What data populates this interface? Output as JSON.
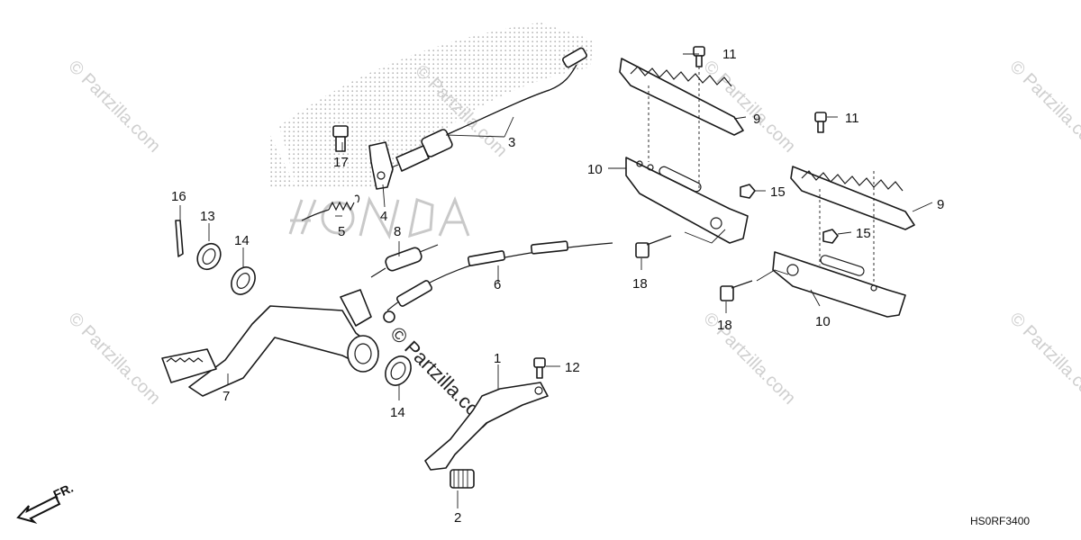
{
  "diagram_code": "HS0RF3400",
  "direction_label": "FR.",
  "watermark_text": "© Partzilla.com",
  "callouts": {
    "c1": "1",
    "c2": "2",
    "c3": "3",
    "c4": "4",
    "c5": "5",
    "c6": "6",
    "c7": "7",
    "c8": "8",
    "c9a": "9",
    "c9b": "9",
    "c10a": "10",
    "c10b": "10",
    "c11a": "11",
    "c11b": "11",
    "c12": "12",
    "c13": "13",
    "c14a": "14",
    "c14b": "14",
    "c15a": "15",
    "c15b": "15",
    "c16": "16",
    "c17": "17",
    "c18a": "18",
    "c18b": "18"
  }
}
